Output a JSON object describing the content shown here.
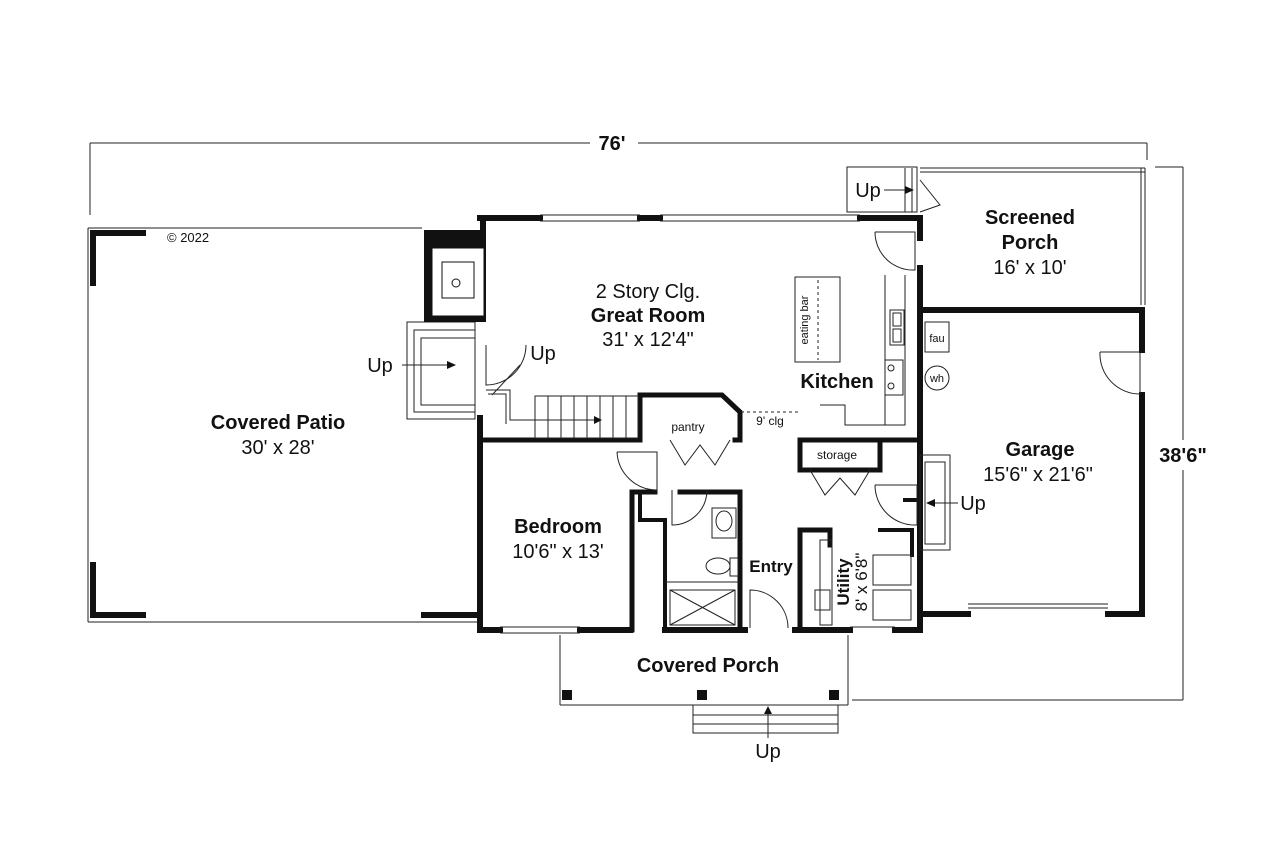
{
  "copyright": "© 2022",
  "dimensions": {
    "width": "76'",
    "depth": "38'6\""
  },
  "rooms": {
    "great_room_note": "2 Story Clg.",
    "great_room_name": "Great Room",
    "great_room_size": "31' x 12'4\"",
    "screened_porch_line1": "Screened",
    "screened_porch_line2": "Porch",
    "screened_porch_size": "16' x 10'",
    "covered_patio_name": "Covered Patio",
    "covered_patio_size": "30' x 28'",
    "kitchen_name": "Kitchen",
    "garage_name": "Garage",
    "garage_size": "15'6\" x 21'6\"",
    "bedroom_name": "Bedroom",
    "bedroom_size": "10'6\" x 13'",
    "entry_name": "Entry",
    "utility_name": "Utility",
    "utility_size": "8' x 6'8\"",
    "covered_porch_name": "Covered Porch"
  },
  "labels": {
    "eating_bar": "eating bar",
    "pantry": "pantry",
    "ceiling_note": "9' clg",
    "storage": "storage",
    "fau": "fau",
    "wh": "wh",
    "up": "Up"
  }
}
